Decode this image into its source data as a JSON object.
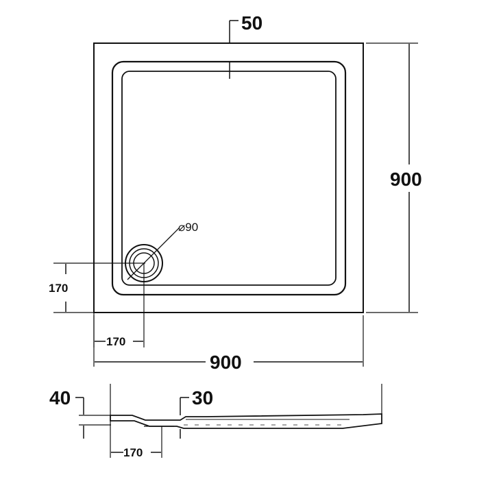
{
  "top_view": {
    "rim_width_label": "50",
    "height_label": "900",
    "width_label": "900",
    "drain_diameter_label": "⌀90",
    "drain_offset_y_label": "170",
    "drain_offset_x_label": "170"
  },
  "side_view": {
    "total_height_label": "40",
    "tray_depth_label": "30",
    "drain_offset_label": "170"
  }
}
